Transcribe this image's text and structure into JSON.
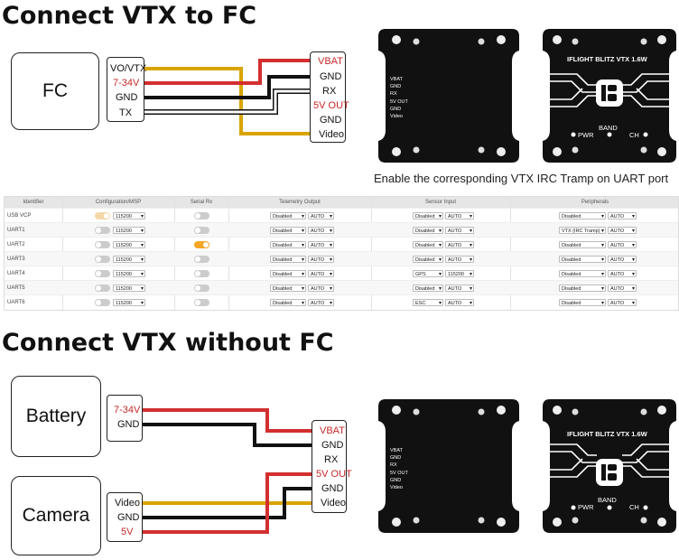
{
  "section1": {
    "title": "Connect VTX to FC",
    "fc_label": "FC",
    "fc_pins": [
      "VO/VTX",
      "7-34V",
      "GND",
      "TX"
    ],
    "vtx_pins": [
      "VBAT",
      "GND",
      "RX",
      "5V OUT",
      "GND",
      "Video"
    ],
    "caption": "Enable the corresponding VTX IRC Tramp on UART port"
  },
  "section2": {
    "title": "Connect VTX without FC",
    "battery_label": "Battery",
    "battery_pins": [
      "7-34V",
      "GND"
    ],
    "camera_label": "Camera",
    "camera_pins": [
      "Video",
      "GND",
      "5V"
    ],
    "vtx_pins": [
      "VBAT",
      "GND",
      "RX",
      "5V OUT",
      "GND",
      "Video"
    ]
  },
  "board": {
    "back_pins": [
      "VBAT",
      "GND",
      "RX",
      "5V OUT",
      "GND",
      "Video"
    ],
    "front_title": "IFLIGHT BLITZ VTX 1.6W",
    "band": "BAND",
    "pwr": "PWR",
    "ch": "CH"
  },
  "ports_table": {
    "headers": [
      "Identifier",
      "Configuration/MSP",
      "Serial Rx",
      "Telemetry Output",
      "Sensor Input",
      "Peripherals"
    ],
    "rows": [
      {
        "id": "USB VCP",
        "baud": "115200",
        "msp": "dim",
        "rx": "off",
        "tel": "Disabled",
        "tel_baud": "AUTO",
        "sensor": "Disabled",
        "sensor_baud": "AUTO",
        "periph": "Disabled",
        "periph_baud": "AUTO"
      },
      {
        "id": "UART1",
        "baud": "115200",
        "msp": "off",
        "rx": "off",
        "tel": "Disabled",
        "tel_baud": "AUTO",
        "sensor": "Disabled",
        "sensor_baud": "AUTO",
        "periph": "VTX (IRC Tramp)",
        "periph_baud": "AUTO"
      },
      {
        "id": "UART2",
        "baud": "115200",
        "msp": "off",
        "rx": "on",
        "tel": "Disabled",
        "tel_baud": "AUTO",
        "sensor": "Disabled",
        "sensor_baud": "AUTO",
        "periph": "Disabled",
        "periph_baud": "AUTO"
      },
      {
        "id": "UART3",
        "baud": "115200",
        "msp": "off",
        "rx": "off",
        "tel": "Disabled",
        "tel_baud": "AUTO",
        "sensor": "Disabled",
        "sensor_baud": "AUTO",
        "periph": "Disabled",
        "periph_baud": "AUTO"
      },
      {
        "id": "UART4",
        "baud": "115200",
        "msp": "off",
        "rx": "off",
        "tel": "Disabled",
        "tel_baud": "AUTO",
        "sensor": "GPS",
        "sensor_baud": "115200",
        "periph": "Disabled",
        "periph_baud": "AUTO"
      },
      {
        "id": "UART5",
        "baud": "115200",
        "msp": "off",
        "rx": "off",
        "tel": "Disabled",
        "tel_baud": "AUTO",
        "sensor": "Disabled",
        "sensor_baud": "AUTO",
        "periph": "Disabled",
        "periph_baud": "AUTO"
      },
      {
        "id": "UART6",
        "baud": "115200",
        "msp": "off",
        "rx": "off",
        "tel": "Disabled",
        "tel_baud": "AUTO",
        "sensor": "ESC",
        "sensor_baud": "AUTO",
        "periph": "Disabled",
        "periph_baud": "AUTO"
      }
    ]
  },
  "colors": {
    "wire_yellow": "#d9a400",
    "wire_red": "#d32f2f",
    "wire_black": "#111111",
    "accent_orange": "#f5a623"
  }
}
